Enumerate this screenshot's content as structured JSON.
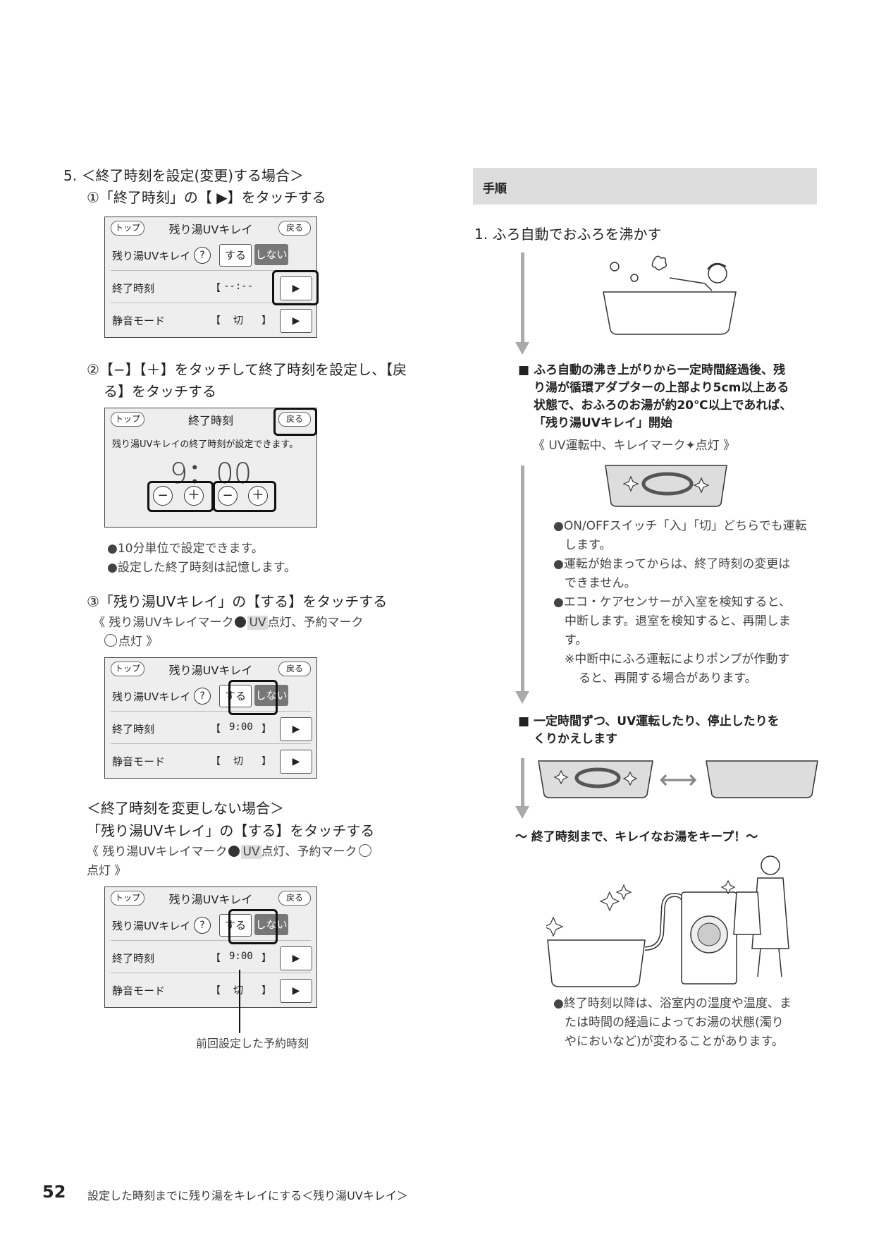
{
  "left": {
    "step5_title": "5. ＜終了時刻を設定(変更)する場合＞",
    "sub1": "①「終了時刻」の【 ▶】をタッチする",
    "sub2_line1": "②【−】【＋】をタッチして終了時刻を設定し、【戻",
    "sub2_line2": "る】をタッチする",
    "note_a": "●10分単位で設定できます。",
    "note_b": "●設定した終了時刻は記憶します。",
    "sub3": "③「残り湯UVキレイ」の【する】をタッチする",
    "sub3_note_line1": "《 残り湯UVキレイマーク",
    "sub3_note_line1b": "点灯、予約マーク",
    "sub3_note_line2": "点灯 》",
    "nochange_title": "＜終了時刻を変更しない場合＞",
    "nochange_sub": "「残り湯UVキレイ」の【する】をタッチする",
    "nochange_note_line1": "《 残り湯UVキレイマーク",
    "nochange_note_line1b": "点灯、予約マーク",
    "nochange_note_line2": "点灯 》",
    "uv_badge": "UV",
    "callout": "前回設定した予約時刻"
  },
  "panel_common": {
    "top": "トップ",
    "back": "戻る",
    "uv_title": "残り湯UVキレイ",
    "row_uv": "残り湯UVキレイ",
    "q": "?",
    "suru": "する",
    "shinai": "しない",
    "row_end": "終了時刻",
    "row_quiet": "静音モード",
    "arrow": "▶",
    "bracket_l": "【",
    "bracket_r": "】",
    "quiet_val": "切"
  },
  "panel1": {
    "end_val": "--:--"
  },
  "panel2": {
    "title": "終了時刻",
    "message": "残り湯UVキレイの終了時刻が設定できます。",
    "time": "9：00",
    "minus": "−",
    "plus": "＋"
  },
  "panel3": {
    "end_val": "9:00"
  },
  "panel4": {
    "end_val": "9:00"
  },
  "right": {
    "section": "手順",
    "step1": "1. ふろ自動でおふろを沸かす",
    "b1_line1": "■ ふろ自動の沸き上がりから一定時間経過後、残",
    "b1_line2": "り湯が循環アダプターの上部より5cm以上ある",
    "b1_line3": "状態で、おふろのお湯が約20℃以上であれば、",
    "b1_line4": "「残り湯UVキレイ」開始",
    "b1_note": "《 UV運転中、キレイマーク✦点灯 》",
    "n1_line1": "●ON/OFFスイッチ「入」「切」どちらでも運転",
    "n1_line2": "します。",
    "n2_line1": "●運転が始まってからは、終了時刻の変更は",
    "n2_line2": "できません。",
    "n3_line1": "●エコ・ケアセンサーが入室を検知すると、",
    "n3_line2": "中断します。退室を検知すると、再開しま",
    "n3_line3": "す。",
    "n4_line1": "※中断中にふろ運転によりポンプが作動す",
    "n4_line2": "ると、再開する場合があります。",
    "b2_line1": "■ 一定時間ずつ、UV運転したり、停止したりを",
    "b2_line2": "くりかえします",
    "swap": "⟷",
    "keep": "～ 終了時刻まで、キレイなお湯をキープ！～",
    "f_line1": "●終了時刻以降は、浴室内の湿度や温度、ま",
    "f_line2": "たは時間の経過によってお湯の状態(濁り",
    "f_line3": "やにおいなど)が変わることがあります。"
  },
  "footer": {
    "page": "52",
    "text": "設定した時刻までに残り湯をキレイにする＜残り湯UVキレイ＞"
  }
}
